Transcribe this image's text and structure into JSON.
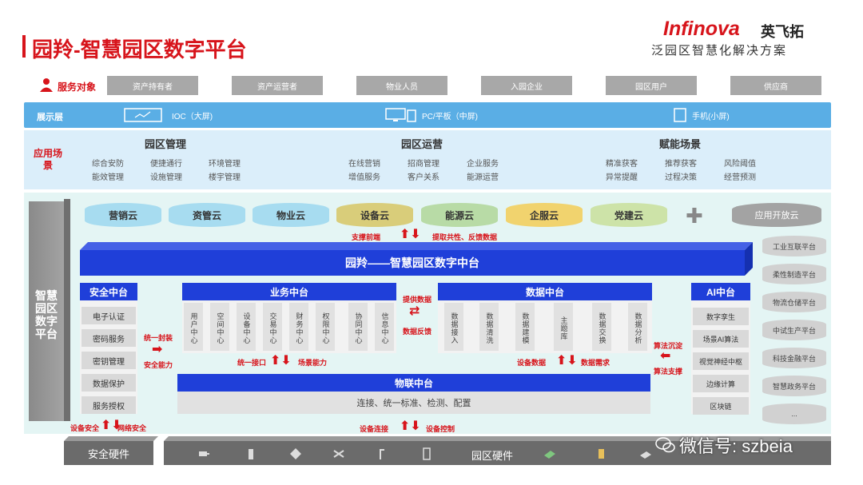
{
  "header": {
    "title": "园羚-智慧园区数字平台",
    "logo_en": "Infinova",
    "logo_cn": "英飞拓",
    "slogan": "泛园区智慧化解决方案"
  },
  "service": {
    "label": "服务对象",
    "items": [
      "资产持有者",
      "资产运营者",
      "物业人员",
      "入园企业",
      "园区用户",
      "供应商"
    ]
  },
  "display_layer": {
    "label": "展示层",
    "items": [
      "IOC（大屏)",
      "PC/平板（中屏)",
      "手机(小屏)"
    ]
  },
  "app_scene": {
    "label": "应用场景",
    "groups": [
      {
        "title": "园区管理",
        "items": [
          "综合安防",
          "便捷通行",
          "环境管理",
          "能效管理",
          "设施管理",
          "楼宇管理"
        ]
      },
      {
        "title": "园区运营",
        "items": [
          "在线营销",
          "招商管理",
          "企业服务",
          "增值服务",
          "客户关系",
          "能源运营"
        ]
      },
      {
        "title": "赋能场景",
        "items": [
          "精准获客",
          "推荐获客",
          "风险阈值",
          "异常提醒",
          "过程决策",
          "经营预测"
        ]
      }
    ]
  },
  "platform": {
    "left_column": "智慧园区数字平台",
    "clouds": [
      "营销云",
      "资管云",
      "物业云",
      "设备云",
      "能源云",
      "企服云",
      "党建云"
    ],
    "open_cloud": "应用开放云",
    "industry_platforms": [
      "工业互联平台",
      "柔性制造平台",
      "物流仓储平台",
      "中试生产平台",
      "科技金融平台",
      "智慧政务平台",
      "..."
    ],
    "support_left": "支撑前端",
    "support_right": "提取共性、反馈数据",
    "main_title": "园羚——智慧园区数字中台",
    "security_center": {
      "title": "安全中台",
      "items": [
        "电子认证",
        "密码服务",
        "密钥管理",
        "数据保护",
        "服务授权"
      ]
    },
    "unify_package": "统一封装",
    "security_capability": "安全能力",
    "business_center": {
      "title": "业务中台",
      "items": [
        "用户中心",
        "空间中心",
        "设备中心",
        "交易中心",
        "财务中心",
        "权限中心",
        "协同中心",
        "信息中心"
      ]
    },
    "provide_data": "提供数据",
    "data_feedback": "数据反馈",
    "data_center": {
      "title": "数据中台",
      "items": [
        "数据接入",
        "数据清洗",
        "数据建模",
        "主题库",
        "数据交换",
        "数据分析"
      ]
    },
    "algo_settle": "算法沉淀",
    "algo_support": "算法支撑",
    "ai_center": {
      "title": "AI中台",
      "items": [
        "数字孪生",
        "场景AI算法",
        "视觉神经中枢",
        "边缘计算",
        "区块链"
      ]
    },
    "unify_interface": "统一接口",
    "scene_capability": "场景能力",
    "device_data": "设备数据",
    "data_demand": "数据需求",
    "iot_center": {
      "title": "物联中台",
      "desc": "连接、统一标准、检测、配置"
    }
  },
  "bottom": {
    "device_security": "设备安全",
    "network_security": "网络安全",
    "device_connect": "设备连接",
    "device_control": "设备控制",
    "security_hw": "安全硬件",
    "park_hw": "园区硬件"
  },
  "watermark": "微信号: szbeia",
  "colors": {
    "brand_red": "#d7141b",
    "platform_blue": "#1f3fd9",
    "display_blue": "#5aaee5",
    "cloud_marketing": "#9fd8ef",
    "cloud_device": "#d9cd7a",
    "cloud_energy": "#b8dba6",
    "cloud_enterprise": "#f1d36e",
    "cloud_party": "#cde3a8"
  }
}
